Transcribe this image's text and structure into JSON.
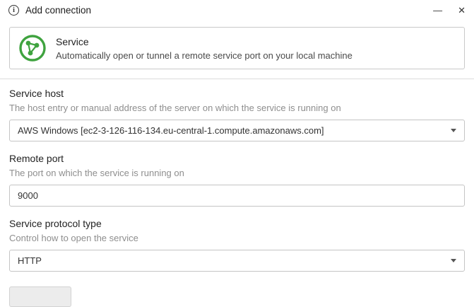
{
  "window": {
    "title": "Add connection",
    "minimize_glyph": "—",
    "close_glyph": "✕",
    "info_glyph": "i"
  },
  "header_card": {
    "title": "Service",
    "subtitle": "Automatically open or tunnel a remote service port on your local machine",
    "icon": "network-globe-icon",
    "icon_color": "#3fa33f"
  },
  "form": {
    "service_host": {
      "label": "Service host",
      "help": "The host entry or manual address of the server on which the service is running on",
      "selected_value": "AWS Windows [ec2-3-126-116-134.eu-central-1.compute.amazonaws.com]"
    },
    "remote_port": {
      "label": "Remote port",
      "help": "The port on which the service is running on",
      "value": "9000"
    },
    "service_protocol_type": {
      "label": "Service protocol type",
      "help": "Control how to open the service",
      "selected_value": "HTTP"
    }
  },
  "colors": {
    "accent_green": "#3fa33f",
    "border": "#c4c4c4",
    "help_text": "#8e8e8e"
  }
}
